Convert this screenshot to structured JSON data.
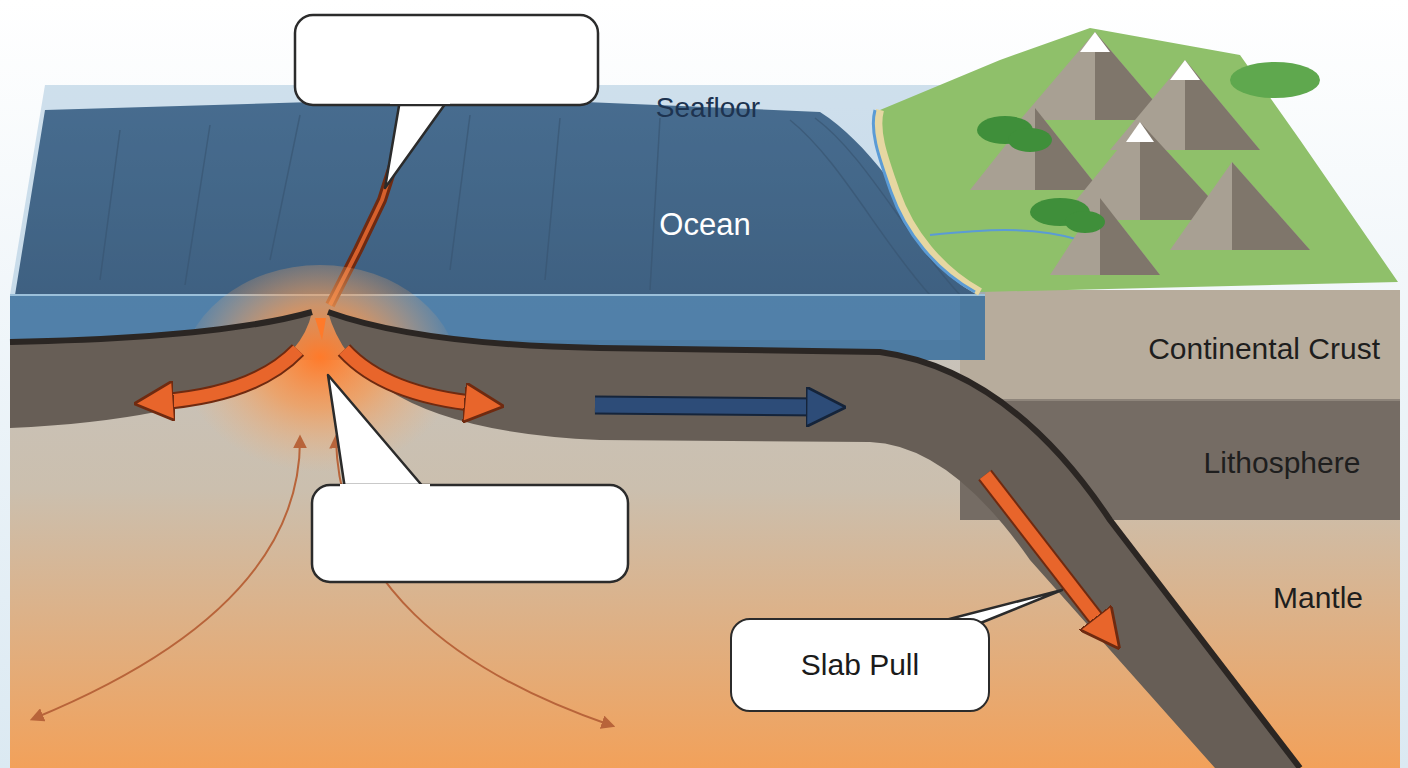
{
  "diagram": {
    "nodes": [
      {
        "text": [
          "Slab Pull"
        ]
      }
    ],
    "labels": [
      "Seafloor",
      "Ocean",
      "Continental Crust",
      "Lithosphere",
      "Mantle"
    ]
  }
}
